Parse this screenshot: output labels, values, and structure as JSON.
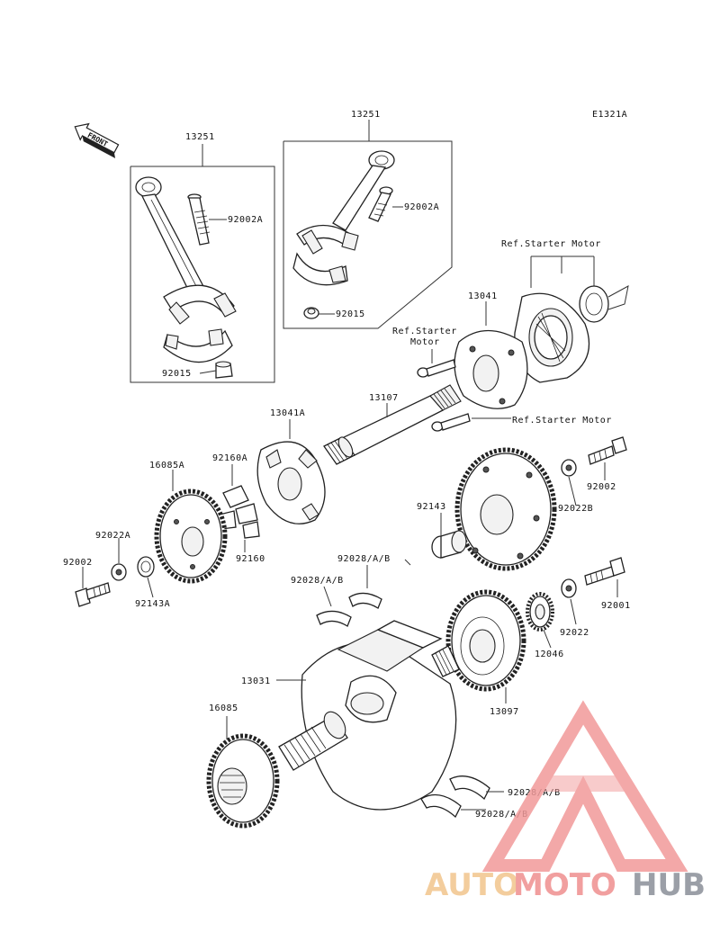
{
  "diagram_code": "E1321A",
  "front_label": "FRONT",
  "watermark": {
    "auto": "AUTO",
    "moto": "MOTO",
    "hub": "HUB"
  },
  "callouts": {
    "c13251_left": "13251",
    "c13251_right": "13251",
    "c92002A_left": "92002A",
    "c92002A_right": "92002A",
    "c92015_left": "92015",
    "c92015_right": "92015",
    "ref_starter_1": "Ref.Starter Motor",
    "ref_starter_2a": "Ref.Starter",
    "ref_starter_2b": "Motor",
    "ref_starter_3": "Ref.Starter Motor",
    "c13041": "13041",
    "c13107": "13107",
    "c13041A": "13041A",
    "c92160A": "92160A",
    "c16085A": "16085A",
    "c92002_top": "92002",
    "c92022B": "92022B",
    "c92143": "92143",
    "c92028_a": "92028/A/B",
    "c92028_b": "92028/A/B",
    "c92022A": "92022A",
    "c92002_left": "92002",
    "c92143A": "92143A",
    "c92160": "92160",
    "c92001": "92001",
    "c92022": "92022",
    "c12046": "12046",
    "c13031": "13031",
    "c13097": "13097",
    "c16085": "16085",
    "c92028_c": "92028/A/B",
    "c92028_d": "92028/A/B"
  }
}
